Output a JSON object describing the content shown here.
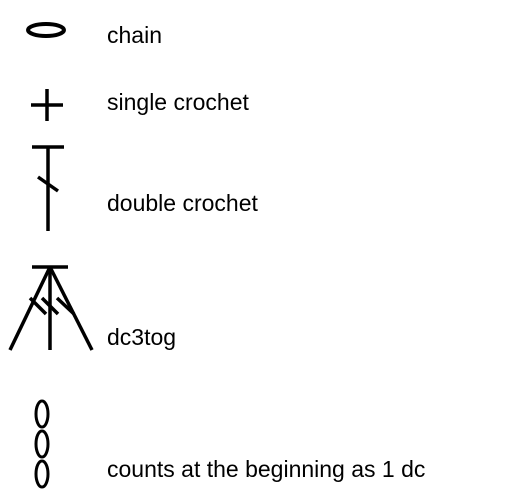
{
  "legend": {
    "items": [
      {
        "symbol": "chain-icon",
        "label": "chain"
      },
      {
        "symbol": "single-crochet-icon",
        "label": "single crochet"
      },
      {
        "symbol": "double-crochet-icon",
        "label": "double crochet"
      },
      {
        "symbol": "dc3tog-icon",
        "label": "dc3tog"
      },
      {
        "symbol": "stacked-chains-icon",
        "label": "counts at the beginning as 1 dc"
      }
    ]
  },
  "colors": {
    "ink": "#000000",
    "background": "#ffffff"
  }
}
